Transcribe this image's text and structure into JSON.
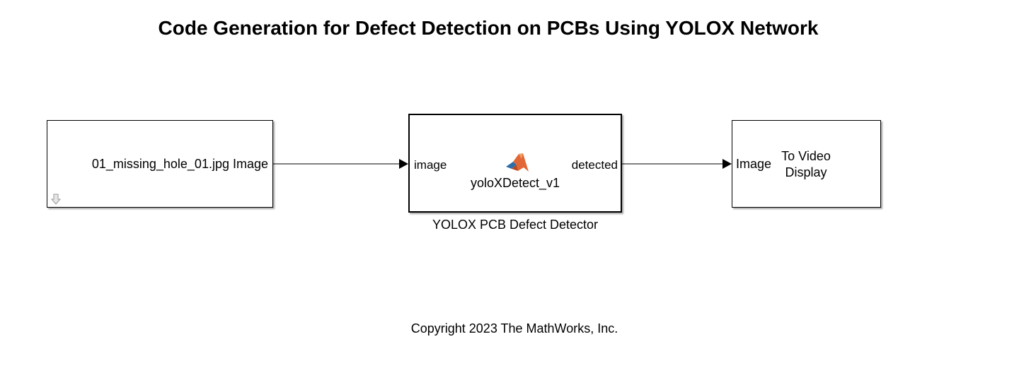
{
  "diagram": {
    "title": "Code Generation for Defect Detection on PCBs Using YOLOX Network",
    "blocks": {
      "source": {
        "label": "01_missing_hole_01.jpg Image",
        "icon": "down-arrow-icon"
      },
      "detector": {
        "input_port": "image",
        "output_port": "detected",
        "function_name": "yoloXDetect_v1",
        "caption": "YOLOX PCB Defect Detector",
        "icon": "matlab-logo-icon"
      },
      "sink": {
        "input_port": "Image",
        "name": "To Video Display"
      }
    },
    "connections": [
      {
        "from": "source",
        "to": "detector.image"
      },
      {
        "from": "detector.detected",
        "to": "sink.Image"
      }
    ],
    "copyright": "Copyright 2023 The MathWorks, Inc."
  },
  "colors": {
    "line": "#000000",
    "matlab_orange": "#e16737",
    "matlab_blue": "#2d6ea8"
  }
}
